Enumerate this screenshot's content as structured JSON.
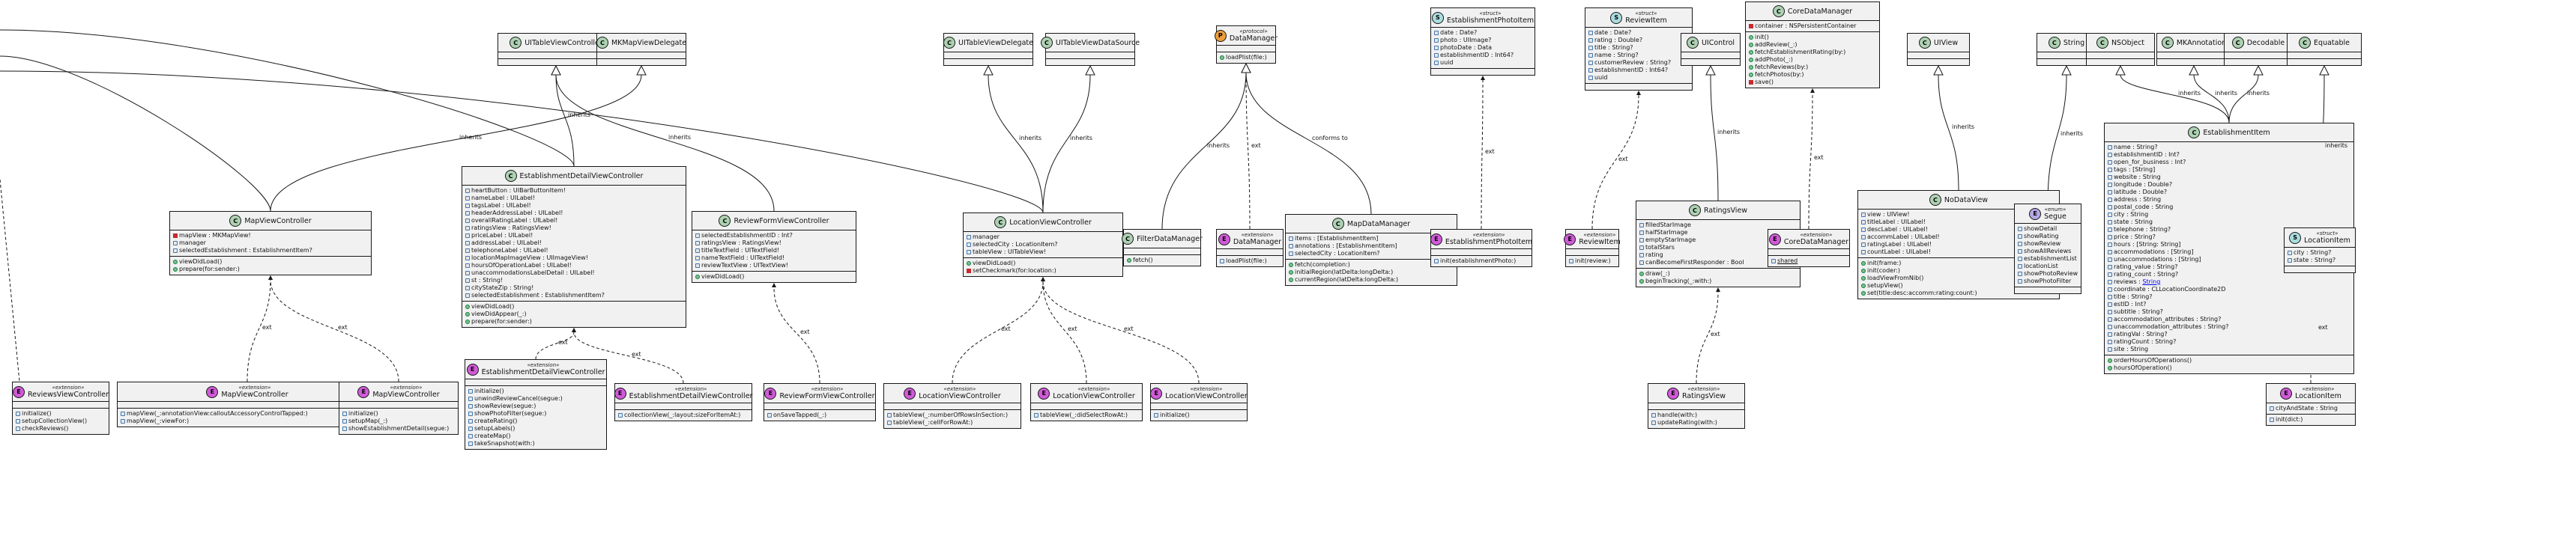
{
  "edge_labels": {
    "inherits": "inherits",
    "ext": "ext",
    "conforms_to": "conforms to"
  },
  "classes": [
    {
      "id": "UITableViewController",
      "kind": "C",
      "name": "UITableViewController",
      "stereo": "",
      "attrs": [],
      "methods": []
    },
    {
      "id": "MKMapViewDelegate",
      "kind": "C",
      "name": "MKMapViewDelegate",
      "stereo": "",
      "attrs": [],
      "methods": []
    },
    {
      "id": "UITableViewDelegate",
      "kind": "C",
      "name": "UITableViewDelegate",
      "stereo": "",
      "attrs": [],
      "methods": []
    },
    {
      "id": "UITableViewDataSource",
      "kind": "C",
      "name": "UITableViewDataSource",
      "stereo": "",
      "attrs": [],
      "methods": []
    },
    {
      "id": "DataManager",
      "kind": "p",
      "name": "DataManager",
      "stereo": "«protocol»",
      "attrs": [],
      "methods": [
        {
          "v": "pub",
          "t": "loadPlist(file:)"
        }
      ]
    },
    {
      "id": "EstablishmentPhotoItem",
      "kind": "S",
      "name": "EstablishmentPhotoItem",
      "stereo": "«struct»",
      "attrs": [
        {
          "v": "int",
          "t": "date : Date?"
        },
        {
          "v": "int",
          "t": "photo : UIImage?"
        },
        {
          "v": "int",
          "t": "photoDate : Data"
        },
        {
          "v": "int",
          "t": "establishmentID : Int64?"
        },
        {
          "v": "int",
          "t": "uuid"
        }
      ],
      "methods": []
    },
    {
      "id": "ReviewItem",
      "kind": "S",
      "name": "ReviewItem",
      "stereo": "«struct»",
      "attrs": [
        {
          "v": "int",
          "t": "date : Date?"
        },
        {
          "v": "int",
          "t": "rating : Double?"
        },
        {
          "v": "int",
          "t": "title : String?"
        },
        {
          "v": "int",
          "t": "name : String?"
        },
        {
          "v": "int",
          "t": "customerReview : String?"
        },
        {
          "v": "int",
          "t": "establishmentID : Int64?"
        },
        {
          "v": "int",
          "t": "uuid"
        }
      ],
      "methods": []
    },
    {
      "id": "CoreDataManager",
      "kind": "C",
      "name": "CoreDataManager",
      "stereo": "",
      "attrs": [
        {
          "v": "priv",
          "t": "container : NSPersistentContainer"
        }
      ],
      "methods": [
        {
          "v": "pub",
          "t": "init()"
        },
        {
          "v": "pub",
          "t": "addReview(_:)"
        },
        {
          "v": "pub",
          "t": "fetchEstablishmentRating(by:)"
        },
        {
          "v": "pub",
          "t": "addPhoto(_:)"
        },
        {
          "v": "pub",
          "t": "fetchReviews(by:)"
        },
        {
          "v": "pub",
          "t": "fetchPhotos(by:)"
        },
        {
          "v": "priv",
          "t": "save()"
        }
      ]
    },
    {
      "id": "UIControl",
      "kind": "C",
      "name": "UIControl",
      "stereo": "",
      "attrs": [],
      "methods": []
    },
    {
      "id": "UIView",
      "kind": "C",
      "name": "UIView",
      "stereo": "",
      "attrs": [],
      "methods": []
    },
    {
      "id": "String",
      "kind": "C",
      "name": "String",
      "stereo": "",
      "attrs": [],
      "methods": []
    },
    {
      "id": "NSObject",
      "kind": "C",
      "name": "NSObject",
      "stereo": "",
      "attrs": [],
      "methods": []
    },
    {
      "id": "MKAnnotation",
      "kind": "C",
      "name": "MKAnnotation",
      "stereo": "",
      "attrs": [],
      "methods": []
    },
    {
      "id": "Decodable",
      "kind": "C",
      "name": "Decodable",
      "stereo": "",
      "attrs": [],
      "methods": []
    },
    {
      "id": "Equatable",
      "kind": "C",
      "name": "Equatable",
      "stereo": "",
      "attrs": [],
      "methods": []
    },
    {
      "id": "EstablishmentDetailViewController",
      "kind": "C",
      "name": "EstablishmentDetailViewController",
      "stereo": "",
      "attrs": [
        {
          "v": "int",
          "t": "heartButton : UIBarButtonItem!"
        },
        {
          "v": "int",
          "t": "nameLabel : UILabel!"
        },
        {
          "v": "int",
          "t": "tagsLabel : UILabel!"
        },
        {
          "v": "int",
          "t": "headerAddressLabel : UILabel!"
        },
        {
          "v": "int",
          "t": "overallRatingLabel : UILabel!"
        },
        {
          "v": "int",
          "t": "ratingsView : RatingsView!"
        },
        {
          "v": "int",
          "t": "priceLabel : UILabel!"
        },
        {
          "v": "int",
          "t": "addressLabel : UILabel!"
        },
        {
          "v": "int",
          "t": "telephoneLabel : UILabel!"
        },
        {
          "v": "int",
          "t": "locationMapImageView : UIImageView!"
        },
        {
          "v": "int",
          "t": "hoursOfOperationLabel : UILabel!"
        },
        {
          "v": "int",
          "t": "unaccommodationsLabelDetail : UILabel!"
        },
        {
          "v": "int",
          "t": "st : String!"
        },
        {
          "v": "int",
          "t": "cityStateZip : String!"
        },
        {
          "v": "int",
          "t": "selectedEstablishment : EstablishmentItem?"
        }
      ],
      "methods": [
        {
          "v": "pub",
          "t": "viewDidLoad()"
        },
        {
          "v": "pub",
          "t": "viewDidAppear(_:)"
        },
        {
          "v": "pub",
          "t": "prepare(for:sender:)"
        }
      ]
    },
    {
      "id": "MapViewController",
      "kind": "C",
      "name": "MapViewController",
      "stereo": "",
      "attrs": [
        {
          "v": "priv",
          "t": "mapView : MKMapView!"
        },
        {
          "v": "int",
          "t": "manager"
        },
        {
          "v": "int",
          "t": "selectedEstablishment : EstablishmentItem?"
        }
      ],
      "methods": [
        {
          "v": "pub",
          "t": "viewDidLoad()"
        },
        {
          "v": "pub",
          "t": "prepare(for:sender:)"
        }
      ]
    },
    {
      "id": "ReviewFormViewController",
      "kind": "C",
      "name": "ReviewFormViewController",
      "stereo": "",
      "attrs": [
        {
          "v": "int",
          "t": "selectedEstablishmentID : Int?"
        },
        {
          "v": "int",
          "t": "ratingsView : RatingsView!"
        },
        {
          "v": "int",
          "t": "titleTextField : UITextField!"
        },
        {
          "v": "int",
          "t": "nameTextField : UITextField!"
        },
        {
          "v": "int",
          "t": "reviewTextView : UITextView!"
        }
      ],
      "methods": [
        {
          "v": "pub",
          "t": "viewDidLoad()"
        }
      ]
    },
    {
      "id": "LocationViewController",
      "kind": "C",
      "name": "LocationViewController",
      "stereo": "",
      "attrs": [
        {
          "v": "int",
          "t": "manager"
        },
        {
          "v": "int",
          "t": "selectedCity : LocationItem?"
        },
        {
          "v": "int",
          "t": "tableView : UITableView!"
        }
      ],
      "methods": [
        {
          "v": "pub",
          "t": "viewDidLoad()"
        },
        {
          "v": "priv",
          "t": "setCheckmark(for:location:)"
        }
      ]
    },
    {
      "id": "FilterDataManager",
      "kind": "C",
      "name": "FilterDataManager",
      "stereo": "",
      "attrs": [],
      "methods": [
        {
          "v": "pub",
          "t": "fetch()"
        }
      ]
    },
    {
      "id": "DataManagerExt",
      "kind": "E",
      "name": "DataManager",
      "stereo": "«extension»",
      "attrs": [],
      "methods": [
        {
          "v": "int",
          "t": "loadPlist(file:)"
        }
      ]
    },
    {
      "id": "MapDataManager",
      "kind": "C",
      "name": "MapDataManager",
      "stereo": "",
      "attrs": [
        {
          "v": "int",
          "t": "items : [EstablishmentItem]"
        },
        {
          "v": "int",
          "t": "annotations : [EstablishmentItem]"
        },
        {
          "v": "int",
          "t": "selectedCity : LocationItem?"
        }
      ],
      "methods": [
        {
          "v": "pub",
          "t": "fetch(completion:)"
        },
        {
          "v": "pub",
          "t": "initialRegion(latDelta:longDelta:)"
        },
        {
          "v": "pub",
          "t": "currentRegion(latDelta:longDelta:)"
        }
      ]
    },
    {
      "id": "EstablishmentPhotoItemExt",
      "kind": "E",
      "name": "EstablishmentPhotoItem",
      "stereo": "«extension»",
      "attrs": [],
      "methods": [
        {
          "v": "int",
          "t": "init(establishmentPhoto:)"
        }
      ]
    },
    {
      "id": "ReviewItemExt",
      "kind": "E",
      "name": "ReviewItem",
      "stereo": "«extension»",
      "attrs": [],
      "methods": [
        {
          "v": "int",
          "t": "init(review:)"
        }
      ]
    },
    {
      "id": "RatingsView",
      "kind": "C",
      "name": "RatingsView",
      "stereo": "",
      "attrs": [
        {
          "v": "int",
          "t": "filledStarImage"
        },
        {
          "v": "int",
          "t": "halfStarImage"
        },
        {
          "v": "int",
          "t": "emptyStarImage"
        },
        {
          "v": "int",
          "t": "totalStars"
        },
        {
          "v": "int",
          "t": "rating"
        },
        {
          "v": "int",
          "t": "canBecomeFirstResponder : Bool"
        }
      ],
      "methods": [
        {
          "v": "pub",
          "t": "draw(_:)"
        },
        {
          "v": "pub",
          "t": "beginTracking(_:with:)"
        }
      ]
    },
    {
      "id": "CoreDataManagerExt",
      "kind": "E",
      "name": "CoreDataManager",
      "stereo": "«extension»",
      "attrs": [],
      "methods": [
        {
          "v": "int",
          "t": "shared",
          "u": true
        }
      ]
    },
    {
      "id": "NoDataView",
      "kind": "C",
      "name": "NoDataView",
      "stereo": "",
      "attrs": [
        {
          "v": "int",
          "t": "view : UIView!"
        },
        {
          "v": "int",
          "t": "titleLabel : UILabel!"
        },
        {
          "v": "int",
          "t": "descLabel : UILabel!"
        },
        {
          "v": "int",
          "t": "accommLabel : UILabel!"
        },
        {
          "v": "int",
          "t": "ratingLabel : UILabel!"
        },
        {
          "v": "int",
          "t": "countLabel : UILabel!"
        }
      ],
      "methods": [
        {
          "v": "pub",
          "t": "init(frame:)"
        },
        {
          "v": "pub",
          "t": "init(coder:)"
        },
        {
          "v": "pub",
          "t": "loadViewFromNib()"
        },
        {
          "v": "pub",
          "t": "setupView()"
        },
        {
          "v": "pub",
          "t": "set(title:desc:accomm:rating:count:)"
        }
      ]
    },
    {
      "id": "Segue",
      "kind": "P",
      "name": "Segue",
      "stereo": "«enum»",
      "attrs": [
        {
          "v": "int",
          "t": "showDetail"
        },
        {
          "v": "int",
          "t": "showRating"
        },
        {
          "v": "int",
          "t": "showReview"
        },
        {
          "v": "int",
          "t": "showAllReviews"
        },
        {
          "v": "int",
          "t": "establishmentList"
        },
        {
          "v": "int",
          "t": "locationList"
        },
        {
          "v": "int",
          "t": "showPhotoReview"
        },
        {
          "v": "int",
          "t": "showPhotoFilter"
        }
      ],
      "methods": []
    },
    {
      "id": "EstablishmentItem",
      "kind": "C",
      "name": "EstablishmentItem",
      "stereo": "",
      "attrs": [
        {
          "v": "int",
          "t": "name : String?"
        },
        {
          "v": "int",
          "t": "establishmentID : Int?"
        },
        {
          "v": "int",
          "t": "open_for_business : Int?"
        },
        {
          "v": "int",
          "t": "tags : [String]"
        },
        {
          "v": "int",
          "t": "website : String"
        },
        {
          "v": "int",
          "t": "longitude : Double?"
        },
        {
          "v": "int",
          "t": "latitude : Double?"
        },
        {
          "v": "int",
          "t": "address : String"
        },
        {
          "v": "int",
          "t": "postal_code : String"
        },
        {
          "v": "int",
          "t": "city : String"
        },
        {
          "v": "int",
          "t": "state : String"
        },
        {
          "v": "int",
          "t": "telephone : String?"
        },
        {
          "v": "int",
          "t": "price : String?"
        },
        {
          "v": "int",
          "t": "hours : [String: String]"
        },
        {
          "v": "int",
          "t": "accommodations : [String]"
        },
        {
          "v": "int",
          "t": "unaccommodations : [String]"
        },
        {
          "v": "int",
          "t": "rating_value : String?"
        },
        {
          "v": "int",
          "t": "rating_count : String?"
        },
        {
          "v": "int",
          "t": "reviews : String",
          "link": "String"
        },
        {
          "v": "int",
          "t": "coordinate : CLLocationCoordinate2D"
        },
        {
          "v": "int",
          "t": "title : String?"
        },
        {
          "v": "int",
          "t": "estID : Int?"
        },
        {
          "v": "int",
          "t": "subtitle : String?"
        },
        {
          "v": "int",
          "t": "accommodation_attributes : String?"
        },
        {
          "v": "int",
          "t": "unaccommodation_attributes : String?"
        },
        {
          "v": "int",
          "t": "ratingVal : String?"
        },
        {
          "v": "int",
          "t": "ratingCount : String?"
        },
        {
          "v": "int",
          "t": "site : String"
        }
      ],
      "methods": [
        {
          "v": "pub",
          "t": "orderHoursOfOperations()"
        },
        {
          "v": "pub",
          "t": "hoursOfOperation()"
        }
      ]
    },
    {
      "id": "LocationItem",
      "kind": "S",
      "name": "LocationItem",
      "stereo": "«struct»",
      "attrs": [
        {
          "v": "int",
          "t": "city : String?"
        },
        {
          "v": "int",
          "t": "state : String?"
        }
      ],
      "methods": []
    },
    {
      "id": "ReviewsViewControllerExt",
      "kind": "E",
      "name": "ReviewsViewController",
      "stereo": "«extension»",
      "attrs": [],
      "methods": [
        {
          "v": "int",
          "t": "initialize()"
        },
        {
          "v": "int",
          "t": "setupCollectionView()"
        },
        {
          "v": "int",
          "t": "checkReviews()"
        }
      ]
    },
    {
      "id": "MapViewControllerExt1",
      "kind": "E",
      "name": "MapViewController",
      "stereo": "«extension»",
      "attrs": [],
      "methods": [
        {
          "v": "int",
          "t": "mapView(_:annotationView:calloutAccessoryControlTapped:)"
        },
        {
          "v": "int",
          "t": "mapView(_:viewFor:)"
        }
      ]
    },
    {
      "id": "MapViewControllerExt2",
      "kind": "E",
      "name": "MapViewController",
      "stereo": "«extension»",
      "attrs": [],
      "methods": [
        {
          "v": "int",
          "t": "initialize()"
        },
        {
          "v": "int",
          "t": "setupMap(_:)"
        },
        {
          "v": "int",
          "t": "showEstablishmentDetail(segue:)"
        }
      ]
    },
    {
      "id": "EstablishmentDetailViewControllerExt1",
      "kind": "E",
      "name": "EstablishmentDetailViewController",
      "stereo": "«extension»",
      "attrs": [],
      "methods": [
        {
          "v": "int",
          "t": "initialize()"
        },
        {
          "v": "int",
          "t": "unwindReviewCancel(segue:)"
        },
        {
          "v": "int",
          "t": "showReview(segue:)"
        },
        {
          "v": "int",
          "t": "showPhotoFilter(segue:)"
        },
        {
          "v": "int",
          "t": "createRating()"
        },
        {
          "v": "int",
          "t": "setupLabels()"
        },
        {
          "v": "int",
          "t": "createMap()"
        },
        {
          "v": "int",
          "t": "takeSnapshot(with:)"
        }
      ]
    },
    {
      "id": "EstablishmentDetailViewControllerExt2",
      "kind": "E",
      "name": "EstablishmentDetailViewController",
      "stereo": "«extension»",
      "attrs": [],
      "methods": [
        {
          "v": "int",
          "t": "collectionView(_:layout:sizeForItemAt:)"
        }
      ]
    },
    {
      "id": "ReviewFormViewControllerExt",
      "kind": "E",
      "name": "ReviewFormViewController",
      "stereo": "«extension»",
      "attrs": [],
      "methods": [
        {
          "v": "int",
          "t": "onSaveTapped(_:)"
        }
      ]
    },
    {
      "id": "LocationViewControllerExt1",
      "kind": "E",
      "name": "LocationViewController",
      "stereo": "«extension»",
      "attrs": [],
      "methods": [
        {
          "v": "int",
          "t": "tableView(_:numberOfRowsInSection:)"
        },
        {
          "v": "int",
          "t": "tableView(_:cellForRowAt:)"
        }
      ]
    },
    {
      "id": "LocationViewControllerExt2",
      "kind": "E",
      "name": "LocationViewController",
      "stereo": "«extension»",
      "attrs": [],
      "methods": [
        {
          "v": "int",
          "t": "tableView(_:didSelectRowAt:)"
        }
      ]
    },
    {
      "id": "LocationViewControllerExt3",
      "kind": "E",
      "name": "LocationViewController",
      "stereo": "«extension»",
      "attrs": [],
      "methods": [
        {
          "v": "int",
          "t": "initialize()"
        }
      ]
    },
    {
      "id": "RatingsViewExt",
      "kind": "E",
      "name": "RatingsView",
      "stereo": "«extension»",
      "attrs": [],
      "methods": [
        {
          "v": "int",
          "t": "handle(with:)"
        },
        {
          "v": "int",
          "t": "updateRating(with:)"
        }
      ]
    },
    {
      "id": "LocationItemExt",
      "kind": "E",
      "name": "LocationItem",
      "stereo": "«extension»",
      "attrs": [
        {
          "v": "int",
          "t": "cityAndState : String"
        }
      ],
      "methods": [
        {
          "v": "int",
          "t": "init(dict:)"
        }
      ]
    }
  ]
}
